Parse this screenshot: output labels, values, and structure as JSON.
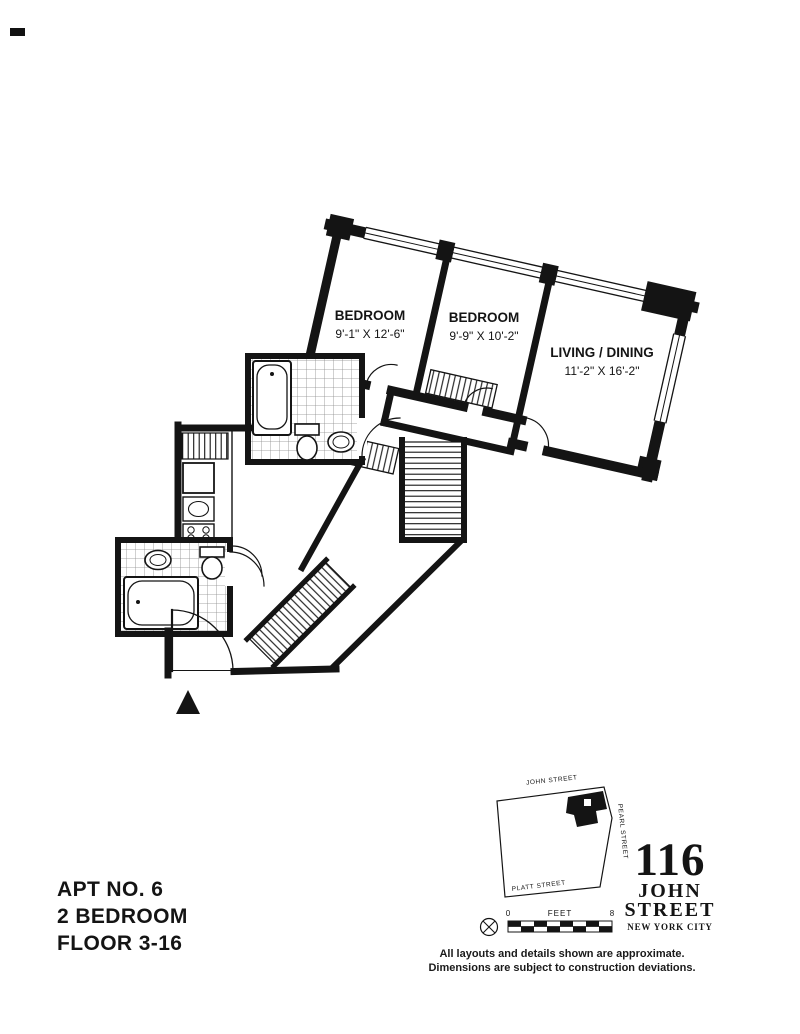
{
  "plan": {
    "rooms": [
      {
        "name": "BEDROOM",
        "dims": "9'-1\" X 12'-6\""
      },
      {
        "name": "BEDROOM",
        "dims": "9'-9\" X 10'-2\""
      },
      {
        "name": "LIVING / DINING",
        "dims": "11'-2\" X 16'-2\""
      }
    ]
  },
  "title_block": {
    "line1": "APT NO. 6",
    "line2": "2 BEDROOM",
    "line3": "FLOOR 3-16"
  },
  "site_map": {
    "john_street": "JOHN STREET",
    "pearl_street": "PEARL STREET",
    "platt_street": "PLATT STREET"
  },
  "branding": {
    "number": "116",
    "name_line1": "JOHN",
    "name_line2": "STREET",
    "city": "NEW YORK CITY"
  },
  "scale_bar": {
    "zero": "0",
    "unit": "FEET",
    "eight": "8"
  },
  "disclaimer": {
    "line1": "All layouts and details shown are approximate.",
    "line2": "Dimensions are subject to construction deviations."
  },
  "colors": {
    "ink": "#141414",
    "tile_line": "#8a8a8a"
  }
}
